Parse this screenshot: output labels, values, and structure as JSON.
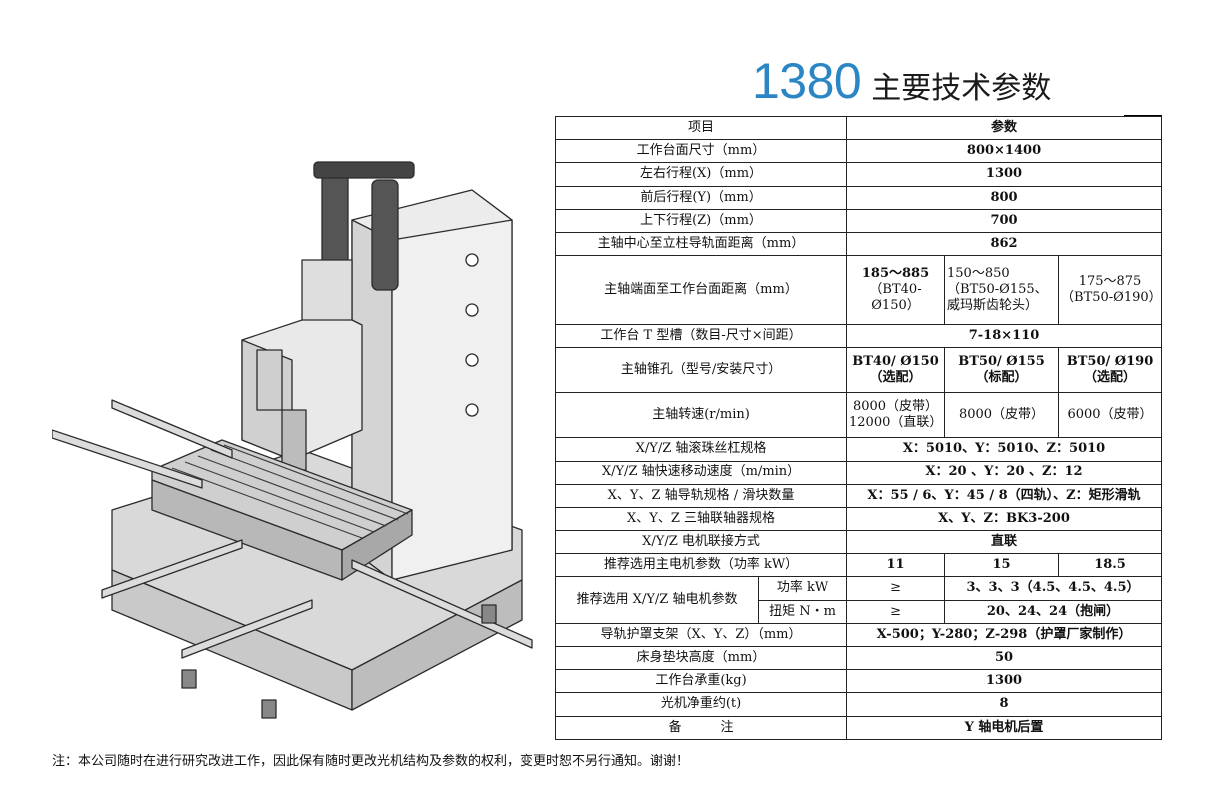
{
  "title": {
    "number": "1380",
    "text": "主要技术参数"
  },
  "table": {
    "header": {
      "item": "项目",
      "value": "参数"
    },
    "rows": {
      "r1": {
        "label": "工作台面尺寸（mm）",
        "value": "800×1400"
      },
      "r2": {
        "label": "左右行程(X)（mm）",
        "value": "1300"
      },
      "r3": {
        "label": "前后行程(Y)（mm）",
        "value": "800"
      },
      "r4": {
        "label": "上下行程(Z)（mm）",
        "value": "700"
      },
      "r5": {
        "label": "主轴中心至立柱导轨面距离（mm）",
        "value": "862"
      },
      "r6": {
        "label": "主轴端面至工作台面距离（mm）",
        "v1": "185～885",
        "v1b": "（BT40-Ø150）",
        "v2": "150～850（BT50-Ø155、威玛斯齿轮头）",
        "v3": "175～875（BT50-Ø190）"
      },
      "r7": {
        "label": "工作台 T 型槽（数目-尺寸×间距）",
        "value": "7-18×110"
      },
      "r8": {
        "label": "主轴锥孔（型号/安装尺寸）",
        "v1": "BT40/ Ø150",
        "v1b": "（选配）",
        "v2": "BT50/ Ø155",
        "v2b": "（标配）",
        "v3": "BT50/ Ø190",
        "v3b": "（选配）"
      },
      "r9": {
        "label": "主轴转速(r/min)",
        "v1": "8000（皮带）",
        "v1b": "12000（直联）",
        "v2": "8000（皮带）",
        "v3": "6000（皮带）"
      },
      "r10": {
        "label": "X/Y/Z 轴滚珠丝杠规格",
        "value": "X：5010、Y：5010、Z：5010"
      },
      "r11": {
        "label": "X/Y/Z 轴快速移动速度（m/min）",
        "value": "X：20 、Y：20 、Z：12"
      },
      "r12": {
        "label": "X、Y、Z 轴导轨规格 / 滑块数量",
        "value": "X：55 / 6、Y：45 / 8（四轨）、Z：矩形滑轨"
      },
      "r13": {
        "label": "X、Y、Z 三轴联轴器规格",
        "value": "X、Y、Z：BK3-200"
      },
      "r14": {
        "label": "X/Y/Z 电机联接方式",
        "value": "直联"
      },
      "r15": {
        "label": "推荐选用主电机参数（功率 kW）",
        "v1": "11",
        "v2": "15",
        "v3": "18.5"
      },
      "r16": {
        "label": "推荐选用 X/Y/Z 轴电机参数",
        "sub1": "功率 kW",
        "sym1": "≥",
        "val1": "3、3、3（4.5、4.5、4.5）",
        "sub2": "扭矩 N・m",
        "sym2": "≥",
        "val2": "20、24、24（抱闸）"
      },
      "r17": {
        "label": "导轨护罩支架（X、Y、Z）（mm）",
        "value": "X-500；Y-280；Z-298（护罩厂家制作）"
      },
      "r18": {
        "label": "床身垫块高度（mm）",
        "value": "50"
      },
      "r19": {
        "label": "工作台承重(kg)",
        "value": "1300"
      },
      "r20": {
        "label": "光机净重约(t)",
        "value": "8"
      },
      "r21": {
        "label": "备　　　注",
        "value": "Y 轴电机后置"
      }
    }
  },
  "footnote": "注：本公司随时在进行研究改进工作，因此保有随时更改光机结构及参数的权利，变更时恕不另行通知。谢谢！",
  "colors": {
    "title_number": "#2a86c4",
    "border": "#222222"
  },
  "image": {
    "alt": "vertical-machining-center-illustration"
  }
}
